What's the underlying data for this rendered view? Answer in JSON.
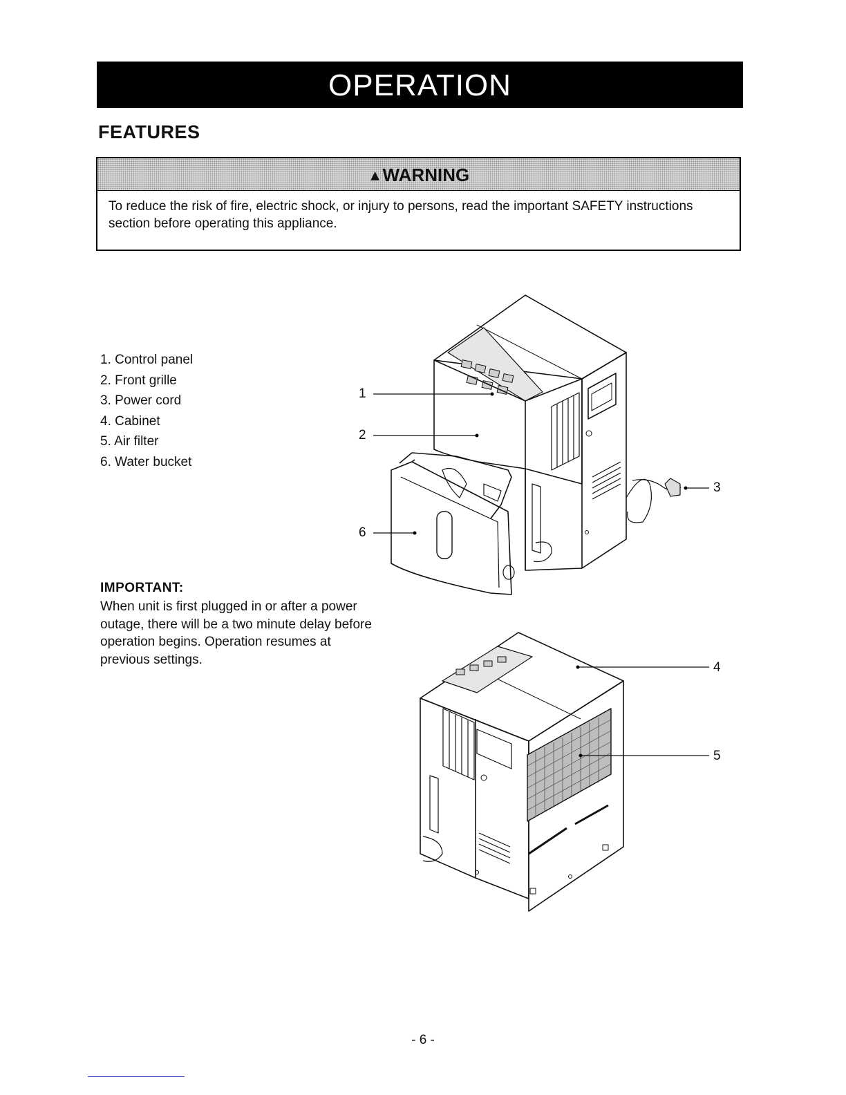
{
  "header": {
    "title": "OPERATION"
  },
  "section": {
    "title": "FEATURES"
  },
  "warning": {
    "icon": "warning-triangle-icon",
    "label": "WARNING",
    "text": "To reduce the risk of fire, electric shock, or injury to persons, read the important SAFETY instructions section before operating this appliance."
  },
  "parts": [
    "1. Control panel",
    "2. Front grille",
    "3. Power cord",
    "4. Cabinet",
    "5. Air filter",
    "6. Water bucket"
  ],
  "important": {
    "title": "IMPORTANT:",
    "text": "When unit is first plugged in or after a power outage, there will be a two minute delay before operation begins. Operation resumes at previous settings."
  },
  "callouts": [
    "1",
    "2",
    "3",
    "4",
    "5",
    "6"
  ],
  "page": {
    "number": "- 6 -"
  }
}
